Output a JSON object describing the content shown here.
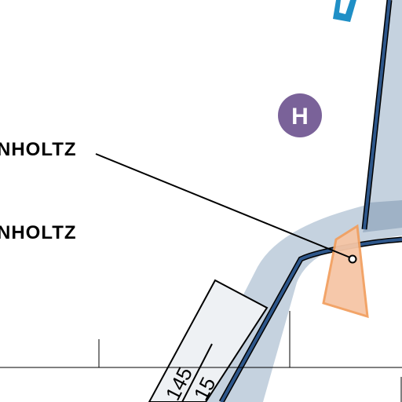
{
  "map": {
    "labels": {
      "label_upper": "NHOLTZ",
      "label_lower": "NHOLTZ"
    },
    "helipad": {
      "letter": "H",
      "color": "#7a6299"
    },
    "runway_numbers": {
      "left": "145",
      "right": "15"
    },
    "colors": {
      "route_fill": "#c5d2df",
      "route_line": "#2e578b",
      "route_outline": "#000000",
      "marker_orange": "#f2a060",
      "marker_fill": "#f6c6a6",
      "blue_marker": "#1f8fc6",
      "leader_line": "#000000"
    }
  }
}
